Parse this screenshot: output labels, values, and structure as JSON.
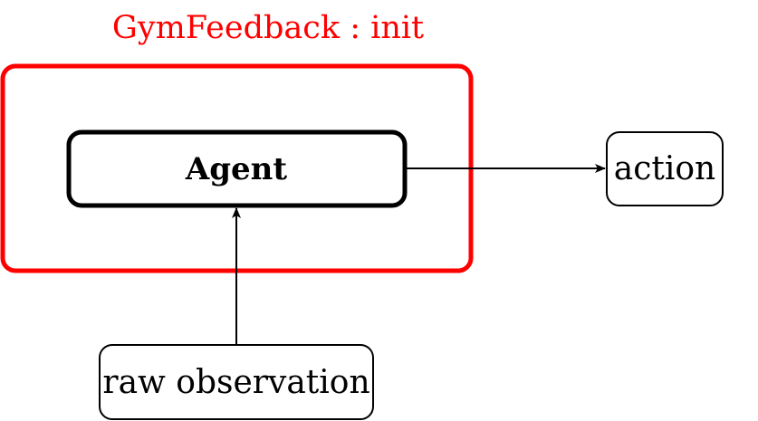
{
  "group": {
    "title": "GymFeedback : init",
    "color": "#ff0000"
  },
  "nodes": {
    "agent": {
      "label": "Agent"
    },
    "action": {
      "label": "action"
    },
    "raw_observation": {
      "label": "raw observation"
    }
  },
  "edges": [
    {
      "from": "raw observation",
      "to": "Agent"
    },
    {
      "from": "Agent",
      "to": "action"
    }
  ]
}
